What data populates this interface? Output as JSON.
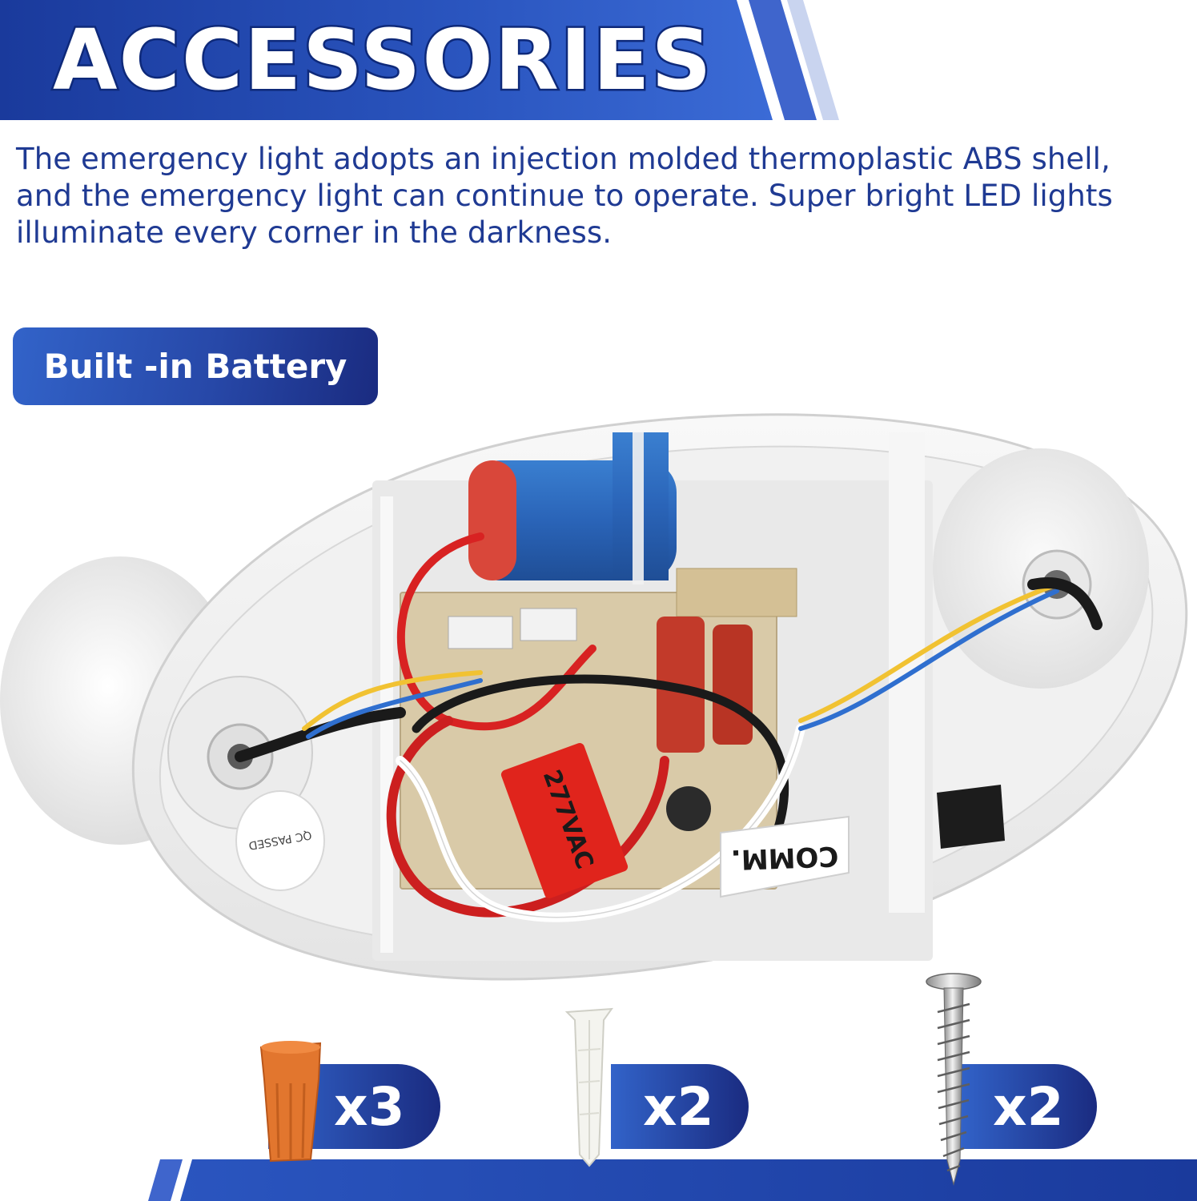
{
  "header": {
    "title": "ACCESSORIES"
  },
  "description": "The emergency light adopts an injection molded thermoplastic ABS shell, and the emergency light can continue to operate. Super bright LED lights illuminate every corner in the darkness.",
  "badge": {
    "label": "Built -in Battery"
  },
  "product_labels": {
    "voltage_tag": "277VAC",
    "comm_label": "COMM.",
    "qc_sticker": "QC PASSED"
  },
  "accessories": [
    {
      "name": "wire-connector",
      "quantity": "x3"
    },
    {
      "name": "wall-anchor",
      "quantity": "x2"
    },
    {
      "name": "screw",
      "quantity": "x2"
    }
  ],
  "colors": {
    "brand_blue": "#2748a8",
    "dark_navy": "#1a2b80",
    "text_blue": "#1f3a93",
    "connector_orange": "#e2762e"
  }
}
